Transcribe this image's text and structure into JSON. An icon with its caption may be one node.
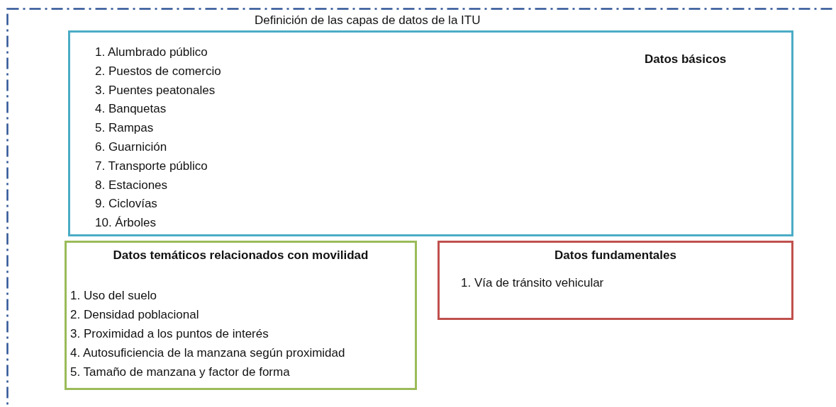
{
  "diagram": {
    "nodes": [
      {
        "text": [
          "Definición de las capas de datos de la ITU"
        ]
      },
      {
        "text": [
          "Datos básicos",
          "1. Alumbrado público",
          "2. Puestos de comercio",
          "3. Puentes peatonales",
          "4. Banquetas",
          "5. Rampas",
          "6. Guarnición",
          "7. Transporte público",
          "8. Estaciones",
          "9. Ciclovías",
          "10. Árboles"
        ],
        "in": 0
      },
      {
        "text": [
          "Datos temáticos relacionados con movilidad",
          "1. Uso del suelo",
          "2. Densidad poblacional",
          "3. Proximidad a los puntos de interés",
          "4. Autosuficiencia de la manzana según proximidad",
          "5. Tamaño de manzana y factor de forma"
        ],
        "in": 0
      },
      {
        "text": [
          "Datos fundamentales",
          "1. Vía de tránsito vehicular"
        ],
        "in": 0
      }
    ]
  }
}
